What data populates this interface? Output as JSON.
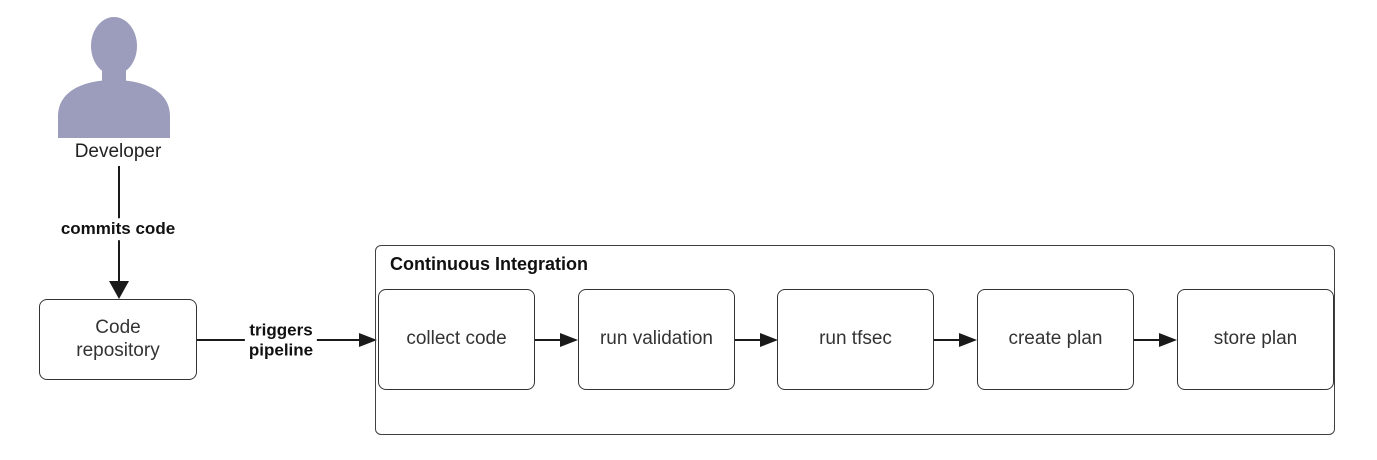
{
  "diagram": {
    "actor": {
      "label": "Developer"
    },
    "nodes": {
      "code_repository": {
        "label": "Code\nrepository"
      }
    },
    "edges": {
      "commits_code": {
        "label": "commits code"
      },
      "triggers_pipeline": {
        "label": "triggers\npipeline"
      }
    },
    "container": {
      "title": "Continuous Integration",
      "steps": [
        {
          "label": "collect code"
        },
        {
          "label": "run validation"
        },
        {
          "label": "run tfsec"
        },
        {
          "label": "create plan"
        },
        {
          "label": "store plan"
        }
      ]
    },
    "colors": {
      "actor_fill": "#9C9DBD",
      "line": "#1a1a1a",
      "node_border": "#333333",
      "text": "#333333",
      "background": "#ffffff"
    }
  }
}
